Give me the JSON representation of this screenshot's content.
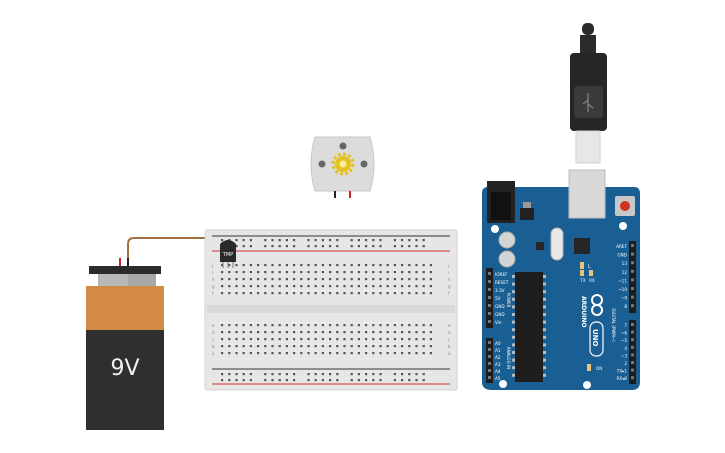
{
  "battery": {
    "label": "9V",
    "body_color": "#2f2f2f",
    "band_color": "#d28a45"
  },
  "transistor": {
    "label": "TMP"
  },
  "motor": {
    "body_color": "#d8d8d8",
    "gear_color": "#e6c020"
  },
  "arduino": {
    "brand": "ARDUINO",
    "model": "UNO",
    "board_color": "#1a5f93",
    "power_pins": [
      "IOREF",
      "RESET",
      "3.3V",
      "5V",
      "GND",
      "GND",
      "Vin"
    ],
    "power_header": "POWER",
    "analog_pins": [
      "A0",
      "A1",
      "A2",
      "A3",
      "A4",
      "A5"
    ],
    "analog_header": "ANALOG IN",
    "digital_pins": [
      "AREF",
      "GND",
      "13",
      "12",
      "~11",
      "~10",
      "~9",
      "8",
      "7",
      "~6",
      "~5",
      "4",
      "~3",
      "2",
      "TX▸1",
      "RX◂0"
    ],
    "digital_header": "DIGITAL (PWM~)",
    "led_labels": [
      "L",
      "TX",
      "RX",
      "ON"
    ]
  },
  "breadboard": {
    "top_row_letters": [
      "j",
      "i",
      "h",
      "g",
      "f"
    ],
    "bottom_row_letters": [
      "e",
      "d",
      "c",
      "b",
      "a"
    ],
    "columns": 30
  }
}
